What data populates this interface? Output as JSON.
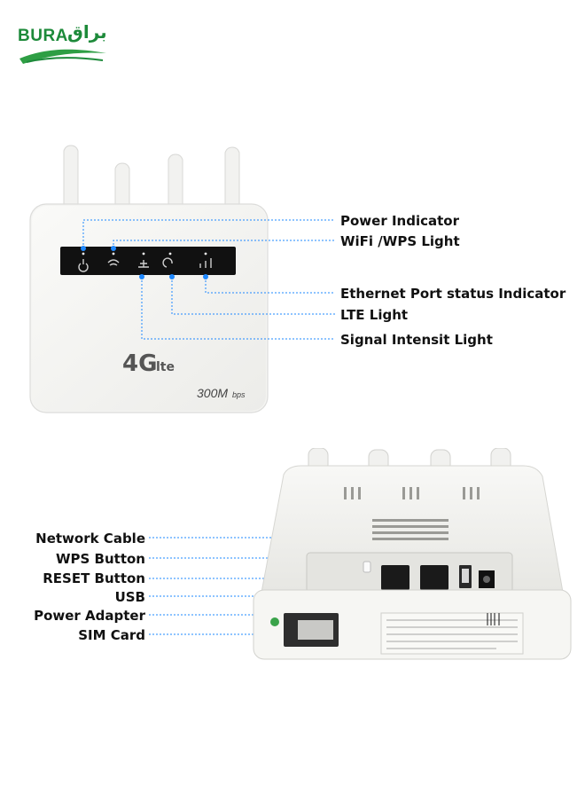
{
  "brand": {
    "logo_text": "BURA",
    "logo_arabic": "براق",
    "color": "#1d8a3a"
  },
  "front": {
    "device_text_main": "4G",
    "device_text_sub": "lte",
    "speed_main": "300M",
    "speed_sub": "bps",
    "labels": {
      "power": "Power Indicator",
      "wifi": "WiFi /WPS Light",
      "ethernet": "Ethernet Port status Indicator",
      "lte": "LTE Light",
      "signal": "Signal Intensit Light"
    }
  },
  "back": {
    "labels": {
      "network_cable": "Network Cable",
      "wps": "WPS Button",
      "reset": "RESET Button",
      "usb": "USB",
      "power_adapter": "Power Adapter",
      "sim": "SIM Card"
    }
  },
  "colors": {
    "leader": "#1e88ff",
    "led_panel": "#111111",
    "device_body": "#f4f4f2"
  }
}
